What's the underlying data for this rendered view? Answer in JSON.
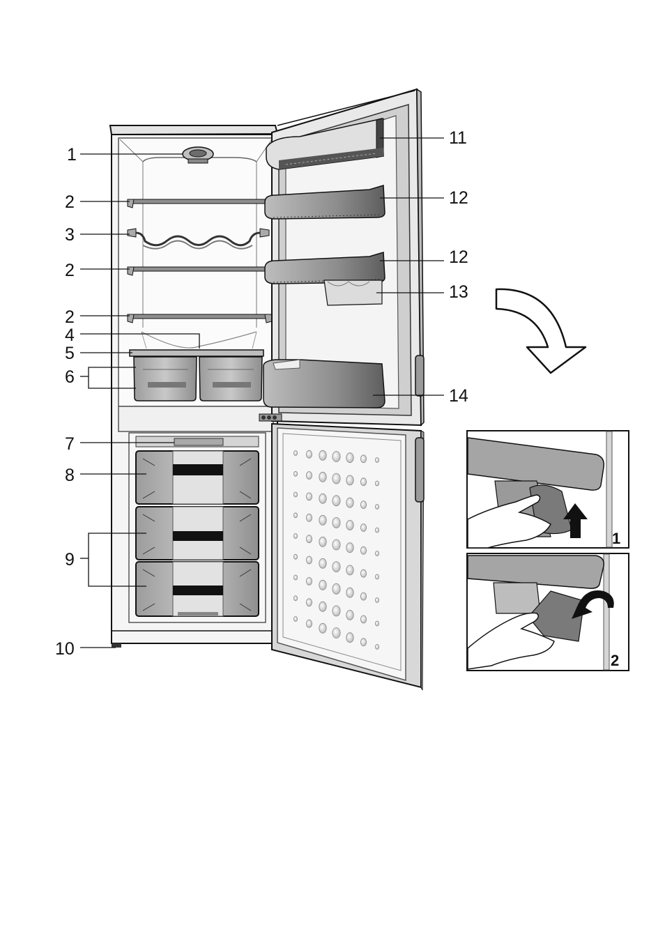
{
  "labels": {
    "l1": "1",
    "l2a": "2",
    "l3": "3",
    "l2b": "2",
    "l2c": "2",
    "l4": "4",
    "l5": "5",
    "l6": "6",
    "l7": "7",
    "l8": "8",
    "l9": "9",
    "l10": "10",
    "l11": "11",
    "l12a": "12",
    "l12b": "12",
    "l13": "13",
    "l14": "14"
  },
  "insets": {
    "step1": "1",
    "step2": "2"
  },
  "colors": {
    "line": "#111111",
    "body": "#f2f2f2",
    "grey": "#9a9a9a",
    "dark": "#333333"
  }
}
